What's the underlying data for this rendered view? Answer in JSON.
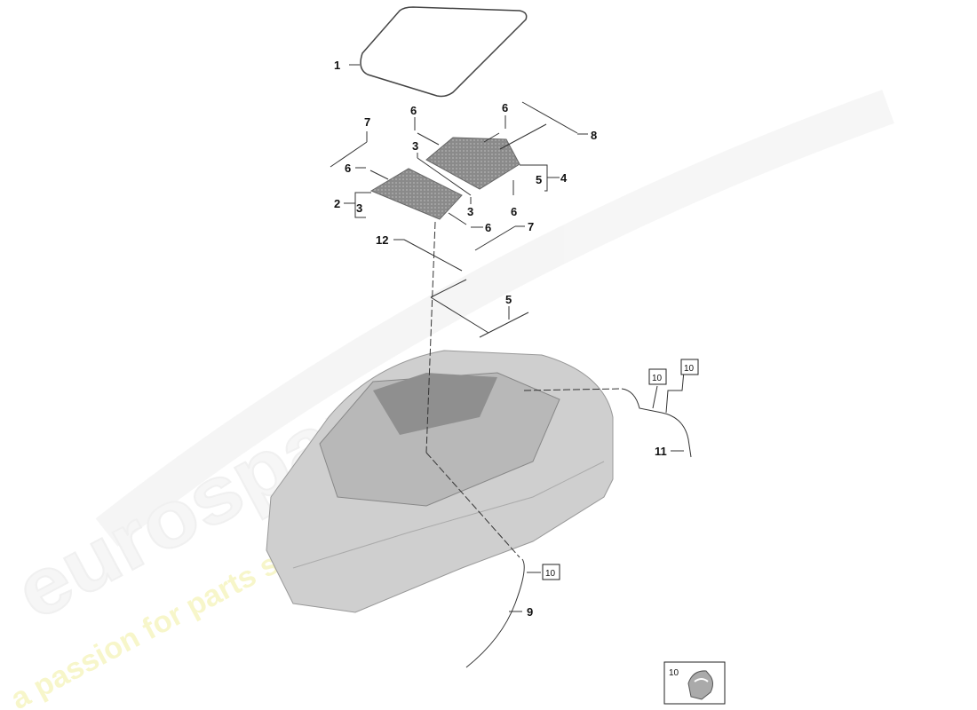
{
  "watermark": {
    "brand": "eurospares",
    "tagline": "a passion for parts since 1985"
  },
  "callouts": {
    "c1": "1",
    "c2": "2",
    "c3a": "3",
    "c3b": "3",
    "c3c": "3",
    "c4": "4",
    "c5a": "5",
    "c5b": "5",
    "c6a": "6",
    "c6b": "6",
    "c6c": "6",
    "c6d": "6",
    "c6e": "6",
    "c7a": "7",
    "c7b": "7",
    "c8": "8",
    "c9": "9",
    "c10a": "10",
    "c10b": "10",
    "c10c": "10",
    "c11": "11",
    "c12": "12"
  },
  "legend_box": {
    "label": "10"
  }
}
